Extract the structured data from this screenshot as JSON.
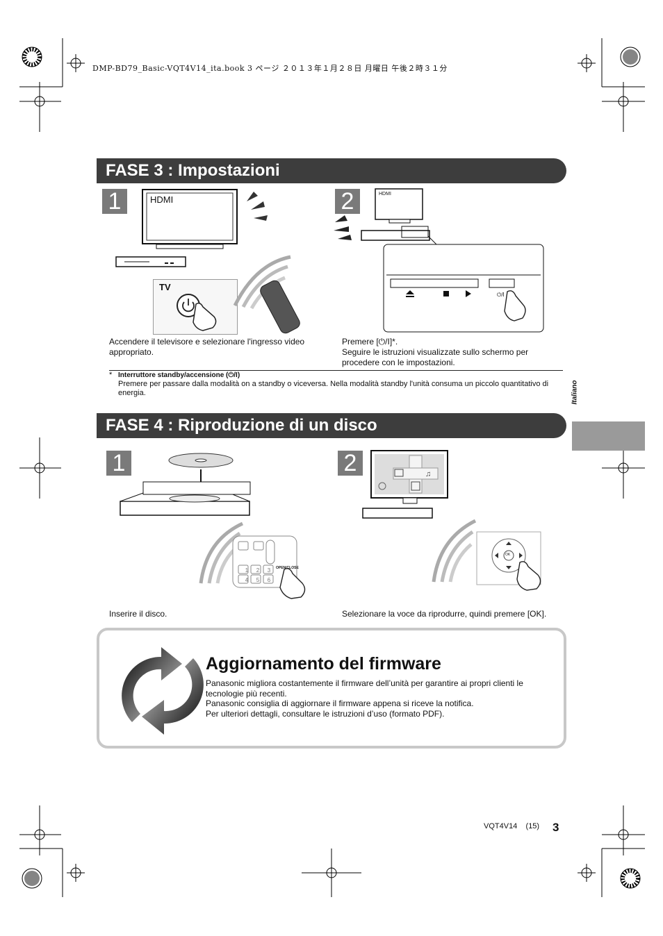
{
  "header": {
    "file_line": "DMP-BD79_Basic-VQT4V14_ita.book  3 ページ  ２０１３年１月２８日  月曜日  午後２時３１分"
  },
  "phase3": {
    "title": "FASE 3 :  Impostazioni",
    "step1": {
      "number": "1",
      "screen_label": "HDMI",
      "remote_label": "TV",
      "caption": "Accendere il televisore e selezionare l'ingresso video appropriato."
    },
    "step2": {
      "number": "2",
      "screen_label": "HDMI",
      "caption_line1": "Premere [⏻/I]*.",
      "caption_line2": "Seguire le istruzioni visualizzate sullo schermo per procedere con le impostazioni."
    }
  },
  "note": {
    "star": "*",
    "title": "Interruttore standby/accensione (⏻/I)",
    "body": "Premere per passare dalla modalità on a standby o viceversa. Nella modalità standby l'unità consuma un piccolo quantitativo di energia."
  },
  "side_tab": {
    "label": "Italiano"
  },
  "phase4": {
    "title": "FASE 4 :  Riproduzione di un disco",
    "step1": {
      "number": "1",
      "caption": "Inserire il disco.",
      "remote_key_label": "OPEN/CLOSE",
      "keypad": [
        "1",
        "2",
        "3",
        "4",
        "5",
        "6"
      ]
    },
    "step2": {
      "number": "2",
      "caption": "Selezionare la voce da riprodurre, quindi premere [OK].",
      "ok_label": "OK"
    }
  },
  "firmware": {
    "title": "Aggiornamento del firmware",
    "line1": "Panasonic migliora costantemente il firmware dell’unità per garantire ai propri clienti le tecnologie più recenti.",
    "line2": "Panasonic consiglia di aggiornare il firmware appena si riceve la notifica.",
    "line3": "Per ulteriori dettagli, consultare le istruzioni d’uso (formato PDF)."
  },
  "footer": {
    "code": "VQT4V14    (15)",
    "page": "3"
  },
  "colors": {
    "phase_bar": "#3d3d3d",
    "step_badge": "#7a7a7a",
    "side_tab": "#9a9a9a",
    "firmware_border": "#c8c8c8"
  }
}
